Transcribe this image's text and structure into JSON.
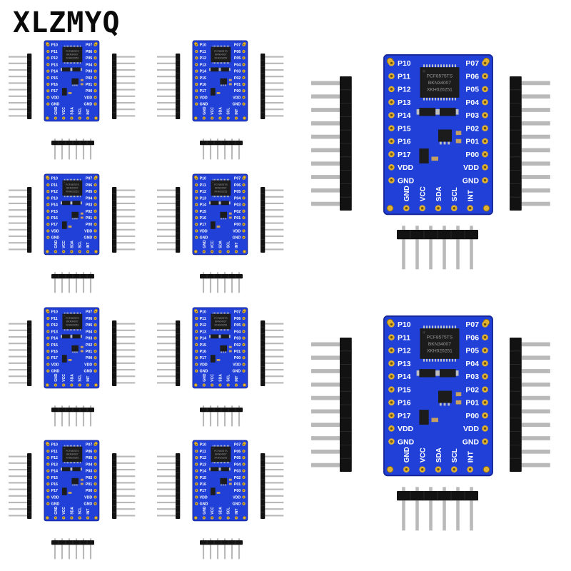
{
  "brand": "XLZMYQ",
  "board": {
    "left_labels": [
      "P10",
      "P11",
      "P12",
      "P13",
      "P14",
      "P15",
      "P16",
      "P17",
      "VDD",
      "GND"
    ],
    "right_labels": [
      "P07",
      "P06",
      "P05",
      "P04",
      "P03",
      "P02",
      "P01",
      "P00",
      "VDD",
      "GND"
    ],
    "bottom_labels": [
      "GND",
      "VCC",
      "SDA",
      "SCL",
      "INT"
    ],
    "chip_marking": [
      "PCF8575TS",
      "BKN34007",
      "XKH020251"
    ],
    "colors": {
      "pcb": "#2040d8",
      "pcb_edge": "#16279a",
      "silk": "#ffffff",
      "pad": "#e0b030",
      "chip": "#1c1c1c",
      "header_plastic": "#121212",
      "pin_metal": "#b9b9b9"
    }
  },
  "image_summary": {
    "small_module_count": 8,
    "large_module_count": 2
  }
}
